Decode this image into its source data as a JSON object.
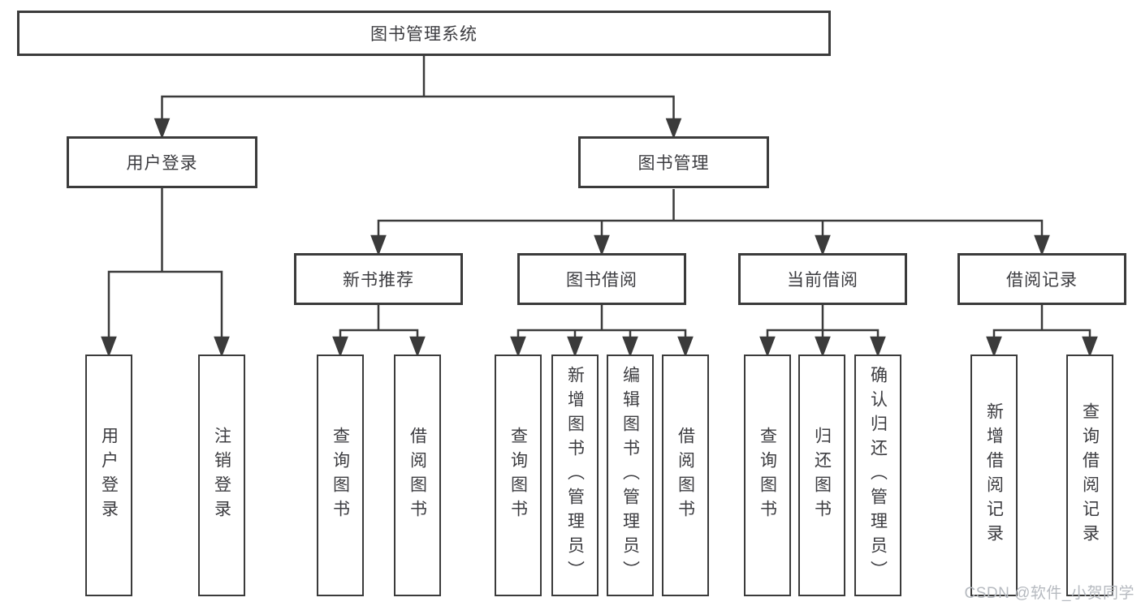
{
  "diagram": {
    "type": "hierarchy-tree",
    "orientation": "top-down",
    "colors": {
      "background": "#ffffff",
      "line": "#3b3b3b",
      "box_border": "#3b3b3b",
      "box_fill": "#ffffff",
      "text": "#3c3c40",
      "watermark": "#b6bac0"
    },
    "tree": {
      "root": "图书管理系统",
      "children": [
        {
          "label": "用户登录",
          "children": [
            "用户登录",
            "注销登录"
          ]
        },
        {
          "label": "图书管理",
          "children": [
            {
              "label": "新书推荐",
              "children": [
                "查询图书",
                "借阅图书"
              ]
            },
            {
              "label": "图书借阅",
              "children": [
                "查询图书",
                "新增图书（管理员）",
                "编辑图书（管理员）",
                "借阅图书"
              ]
            },
            {
              "label": "当前借阅",
              "children": [
                "查询图书",
                "归还图书",
                "确认归还（管理员）"
              ]
            },
            {
              "label": "借阅记录",
              "children": [
                "新增借阅记录",
                "查询借阅记录"
              ]
            }
          ]
        }
      ]
    },
    "watermark": {
      "text": "CSDN @软件_小贺同学"
    }
  }
}
